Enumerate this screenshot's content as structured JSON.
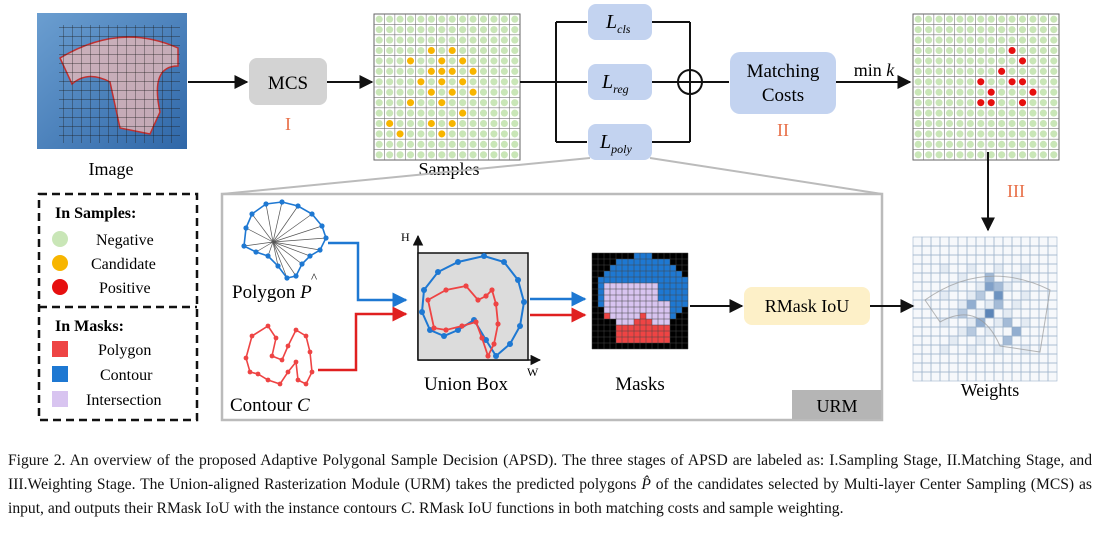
{
  "figure": {
    "image_label": "Image",
    "mcs_label": "MCS",
    "stage_1": "I",
    "samples_label": "Samples",
    "loss_cls": {
      "base": "L",
      "sub": "cls"
    },
    "loss_reg": {
      "base": "L",
      "sub": "reg"
    },
    "loss_poly": {
      "base": "L",
      "sub": "poly"
    },
    "matching_line1": "Matching",
    "matching_line2": "Costs",
    "stage_2": "II",
    "min_k": "min",
    "min_k_var": "k",
    "stage_3": "III",
    "weights_label": "Weights",
    "legend": {
      "samples_title": "In Samples:",
      "negative": "Negative",
      "candidate": "Candidate",
      "positive": "Positive",
      "masks_title": "In Masks:",
      "polygon": "Polygon",
      "contour": "Contour",
      "intersection": "Intersection"
    },
    "polygon_label": "Polygon",
    "polygon_symbol": "P",
    "polygon_hat": "^",
    "contour_label": "Contour",
    "contour_symbol": "C",
    "axis_h": "H",
    "axis_w": "W",
    "union_box_label": "Union Box",
    "masks_label": "Masks",
    "rmask_iou": "RMask IoU",
    "urm_tag": "URM"
  },
  "colors": {
    "negative": "#c9e6b7",
    "candidate": "#f7b500",
    "positive": "#e60f0f",
    "polygon": "#ee4444",
    "contour": "#1e78d2",
    "intersection": "#d8c4f0",
    "stage_label": "#e8714a",
    "mcs_box": "#d3d3d3",
    "matching_box": "#c3d3f0",
    "rmask_box": "#fdf0c8"
  },
  "caption": {
    "part1": "Figure 2. An overview of the proposed Adaptive Polygonal Sample Decision (APSD). The three stages of APSD are labeled as: I.Sampling Stage, II.Matching Stage, and III.Weighting Stage. The Union-aligned Rasterization Module (URM) takes the predicted polygons ",
    "symbol_p": "P̂",
    "part2": " of the candidates selected by Multi-layer Center Sampling (MCS) as input, and outputs their RMask IoU with the instance contours ",
    "symbol_c": "C",
    "part3": ". RMask IoU functions in both matching costs and sample weighting."
  }
}
